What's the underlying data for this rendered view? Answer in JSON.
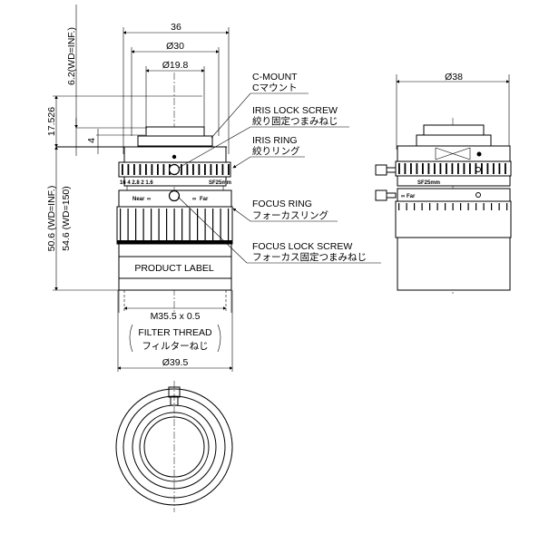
{
  "dimensions": {
    "overall_width": "36",
    "dia_30": "Ø30",
    "dia_19_8": "Ø19.8",
    "dia_38": "Ø38",
    "dia_39_5": "Ø39.5",
    "flange_distance": "17.526",
    "back_focus": "6.2(WD=INF.)",
    "mount_depth": "4",
    "length_inf": "50.6 (WD=INF.)",
    "length_150": "54.6 (WD=150)",
    "filter_thread_size": "M35.5 x 0.5",
    "filter_thread_en": "FILTER THREAD",
    "filter_thread_jp": "フィルターねじ"
  },
  "callouts": {
    "c_mount_en": "C-MOUNT",
    "c_mount_jp": "Cマウント",
    "iris_lock_en": "IRIS LOCK SCREW",
    "iris_lock_jp": "絞り固定つまみねじ",
    "iris_ring_en": "IRIS RING",
    "iris_ring_jp": "絞りリング",
    "focus_ring_en": "FOCUS RING",
    "focus_ring_jp": "フォーカスリング",
    "focus_lock_en": "FOCUS LOCK SCREW",
    "focus_lock_jp": "フォーカス固定つまみねじ"
  },
  "lens_markings": {
    "iris_scale": "16 4 2.8  2  1.6",
    "focal": "SF25mm",
    "near": "Near",
    "infinity": "∞",
    "far": "Far",
    "product_label": "PRODUCT LABEL"
  }
}
